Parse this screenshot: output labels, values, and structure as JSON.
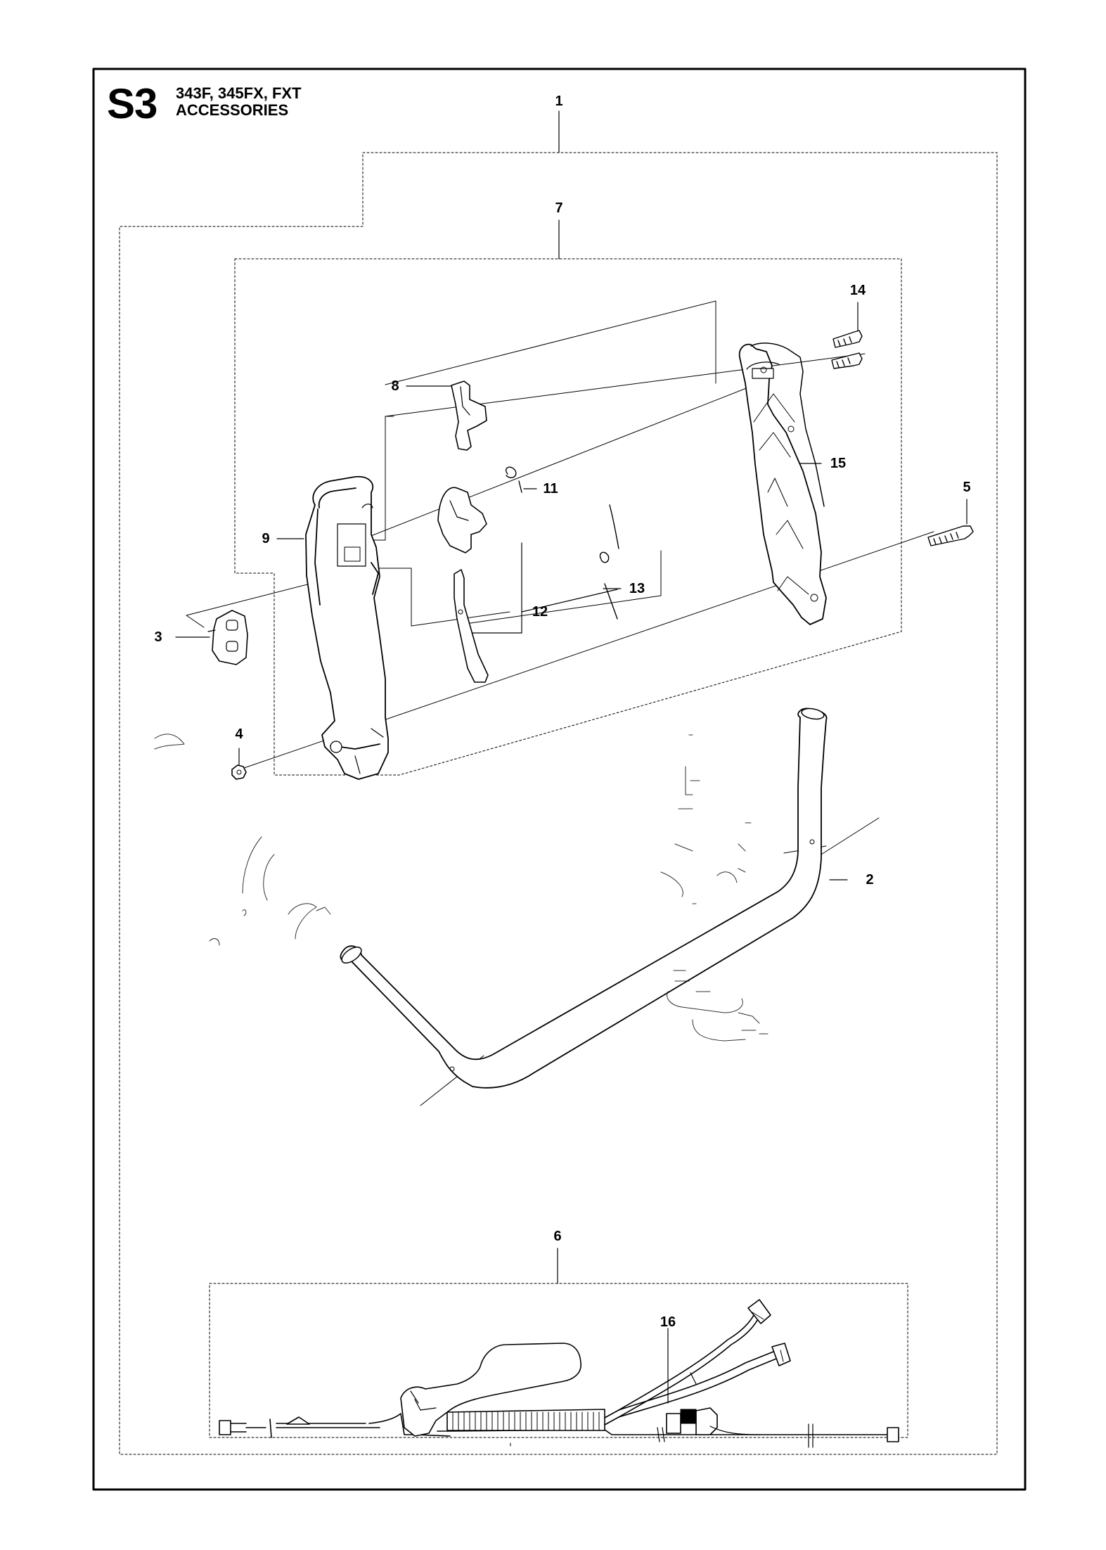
{
  "header": {
    "section_code": "S3",
    "models": "343F, 345FX, FXT",
    "title": "ACCESSORIES"
  },
  "callouts": [
    "1",
    "2",
    "3",
    "4",
    "5",
    "6",
    "7",
    "8",
    "9",
    "11",
    "12",
    "13",
    "14",
    "15",
    "16"
  ],
  "colors": {
    "ink": "#000000",
    "paper": "#ffffff",
    "fill": "#ffffff"
  }
}
